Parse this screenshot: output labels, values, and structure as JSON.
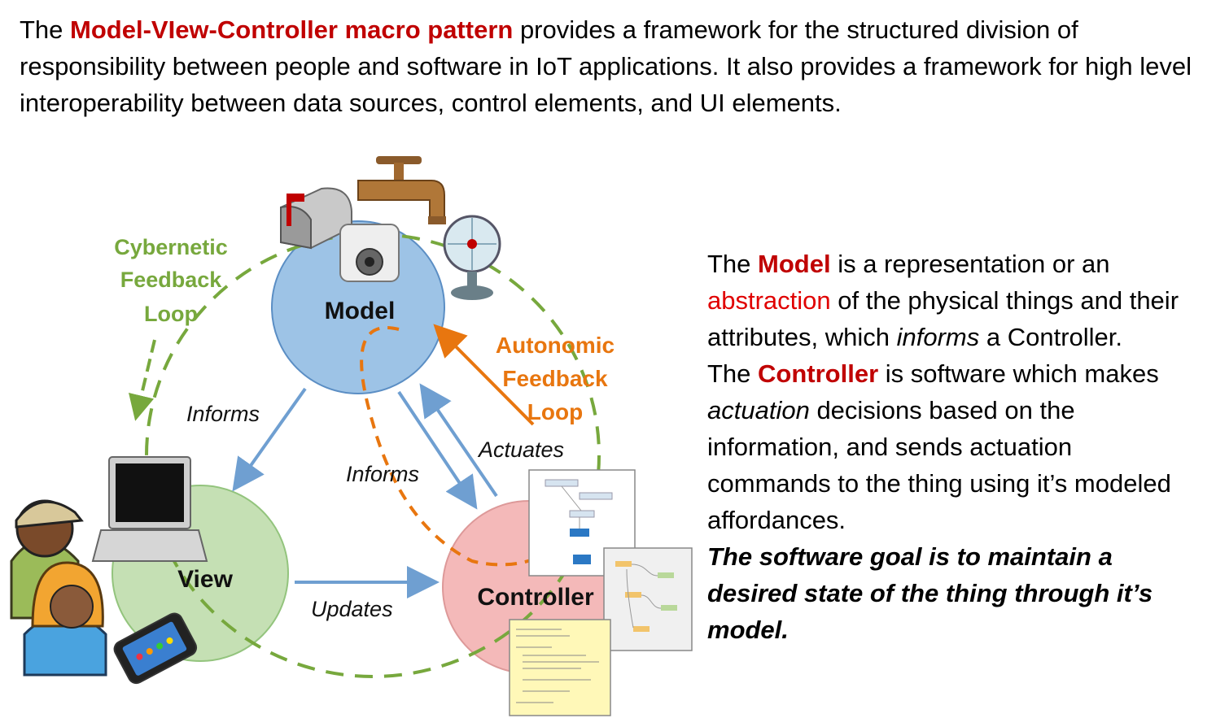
{
  "intro": {
    "lead": "The ",
    "highlight": "Model-VIew-Controller macro pattern",
    "rest": " provides a framework for the structured division of responsibility between people and software in IoT applications. It also provides a framework for high level interoperability between data sources, control elements, and UI elements."
  },
  "diagram": {
    "nodes": {
      "model": "Model",
      "view": "View",
      "controller": "Controller"
    },
    "edges": {
      "informs_view": "Informs",
      "informs_controller": "Informs",
      "actuates": "Actuates",
      "updates": "Updates"
    },
    "cybernetic_loop": [
      "Cybernetic",
      "Feedback",
      "Loop"
    ],
    "autonomic_loop": [
      "Autonomic",
      "Feedback",
      "Loop"
    ],
    "colors": {
      "model": "#9dc3e6",
      "view": "#c5e0b4",
      "controller": "#f4b9b9",
      "arrow": "#6f9fd1",
      "green_loop": "#77a83d",
      "orange_loop": "#e8760f"
    }
  },
  "description": {
    "p1_a": "The ",
    "p1_model": "Model",
    "p1_b": " is a representation or an ",
    "p1_abstraction": "abstraction",
    "p1_c": " of the physical things and their attributes, which ",
    "p1_informs": "informs",
    "p1_d": " a Controller.",
    "p2_a": "The ",
    "p2_controller": "Controller",
    "p2_b": " is  software which makes ",
    "p2_actuation": "actuation",
    "p2_c": " decisions based on the information, and sends actuation commands to the thing using it’s modeled affordances.",
    "goal": "The software goal is to maintain a desired state of the thing through it’s model."
  }
}
